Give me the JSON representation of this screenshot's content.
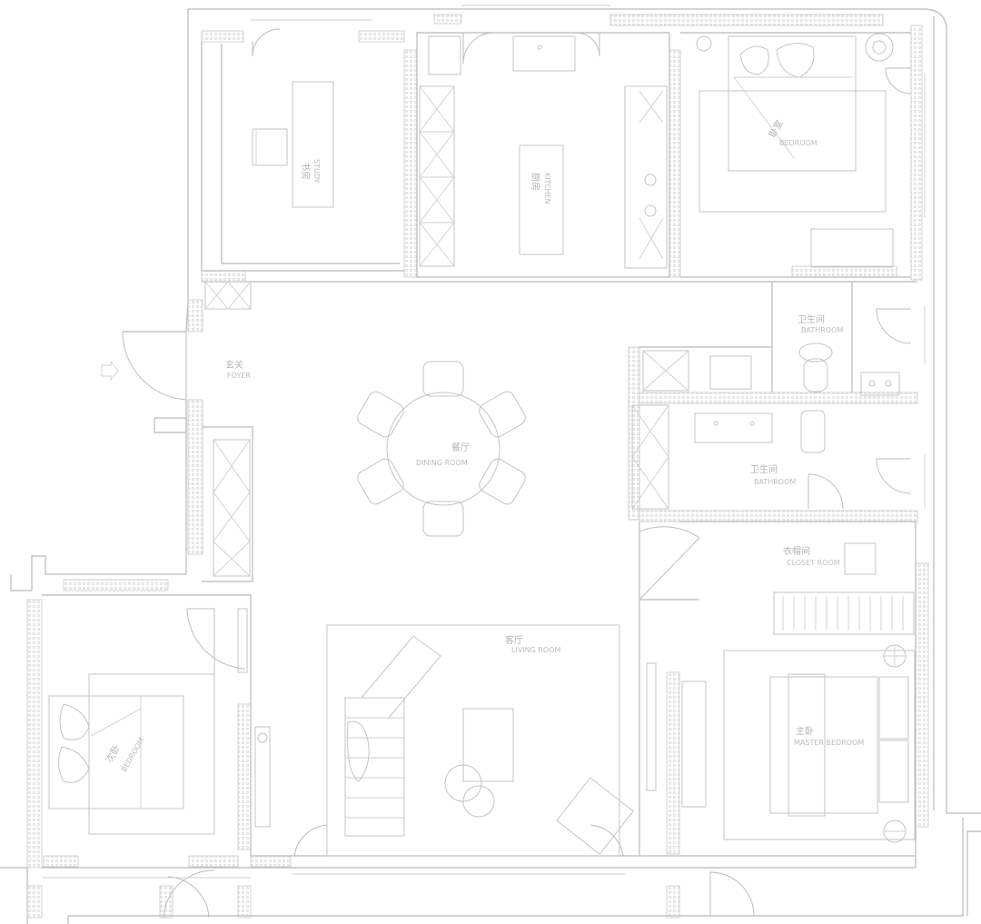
{
  "rooms": {
    "study": {
      "label": "书房",
      "sub": "STUDY"
    },
    "kitchen": {
      "label": "厨房",
      "sub": "KITCHEN"
    },
    "bedroom": {
      "label": "卧室",
      "sub": "BEDROOM"
    },
    "foyer": {
      "label": "玄关",
      "sub": "FOYER"
    },
    "dining": {
      "label": "餐厅",
      "sub": "DINING ROOM"
    },
    "bathroom1": {
      "label": "卫生间",
      "sub": "BATHROOM"
    },
    "bathroom2": {
      "label": "卫生间",
      "sub": "BATHROOM"
    },
    "closet": {
      "label": "衣帽间",
      "sub": "CLOSET ROOM"
    },
    "living": {
      "label": "客厅",
      "sub": "LIVING ROOM"
    },
    "child_bedroom": {
      "label": "次卧",
      "sub": "BEDROOM"
    },
    "master_bedroom": {
      "label": "主卧",
      "sub": "MASTER BEDROOM"
    }
  },
  "colors": {
    "line": "#b9b9b9",
    "background": "#ffffff"
  }
}
